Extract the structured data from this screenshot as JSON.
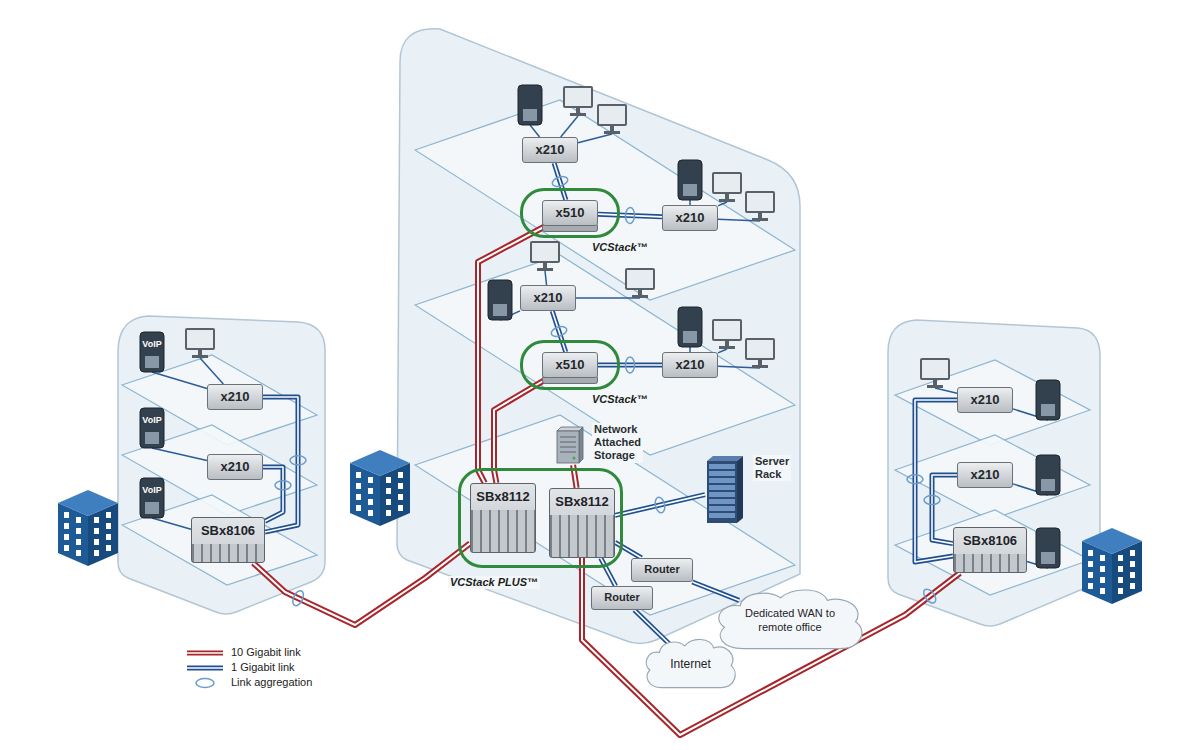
{
  "diagram": {
    "nodes": [
      {
        "text": [
          "x210"
        ]
      },
      {
        "text": [
          "VCStack™"
        ]
      },
      {
        "text": [
          "x510"
        ],
        "in": 1
      },
      {
        "text": [
          "x210"
        ]
      },
      {
        "text": [
          "x210"
        ]
      },
      {
        "text": [
          "VCStack™"
        ]
      },
      {
        "text": [
          "x510"
        ],
        "in": 5
      },
      {
        "text": [
          "x210"
        ]
      },
      {
        "text": [
          "x210"
        ]
      },
      {
        "text": [
          "x210"
        ]
      },
      {
        "text": [
          "x210"
        ]
      },
      {
        "text": [
          "x210"
        ]
      },
      {
        "text": [
          "Network Attached Storage"
        ]
      },
      {
        "text": [
          "Server Rack"
        ]
      },
      {
        "text": [
          "VCStack PLUS™"
        ]
      },
      {
        "text": [
          "SBx8112"
        ],
        "in": 14
      },
      {
        "text": [
          "SBx8112"
        ],
        "in": 14
      },
      {
        "text": [
          "SBx8106"
        ]
      },
      {
        "text": [
          "SBx8106"
        ]
      },
      {
        "text": [
          "Router"
        ]
      },
      {
        "text": [
          "Router"
        ]
      },
      {
        "text": [
          "Dedicated WAN to remote office"
        ]
      },
      {
        "text": [
          "Internet"
        ]
      }
    ],
    "edges": [
      {
        "from": 0,
        "to": 2,
        "arrow": "none"
      },
      {
        "from": 2,
        "to": 3,
        "arrow": "none"
      },
      {
        "from": 4,
        "to": 6,
        "arrow": "none"
      },
      {
        "from": 6,
        "to": 7,
        "arrow": "none"
      },
      {
        "from": 2,
        "to": 15,
        "arrow": "none"
      },
      {
        "from": 6,
        "to": 15,
        "arrow": "none"
      },
      {
        "from": 16,
        "to": 12,
        "arrow": "none"
      },
      {
        "from": 16,
        "to": 13,
        "arrow": "none"
      },
      {
        "from": 16,
        "to": 19,
        "arrow": "none"
      },
      {
        "from": 16,
        "to": 20,
        "arrow": "none"
      },
      {
        "from": 19,
        "to": 21,
        "arrow": "none"
      },
      {
        "from": 20,
        "to": 22,
        "arrow": "none"
      },
      {
        "from": 15,
        "to": 17,
        "arrow": "none"
      },
      {
        "from": 16,
        "to": 18,
        "arrow": "none"
      },
      {
        "from": 8,
        "to": 17,
        "arrow": "none"
      },
      {
        "from": 9,
        "to": 17,
        "arrow": "none"
      },
      {
        "from": 10,
        "to": 18,
        "arrow": "none"
      },
      {
        "from": 11,
        "to": 18,
        "arrow": "none"
      }
    ],
    "labels": [
      "VoIP",
      "VoIP",
      "VoIP"
    ],
    "legend": [
      {
        "text": "10 Gigabit link"
      },
      {
        "text": "1 Gigabit link"
      },
      {
        "text": "Link aggregation"
      }
    ]
  }
}
